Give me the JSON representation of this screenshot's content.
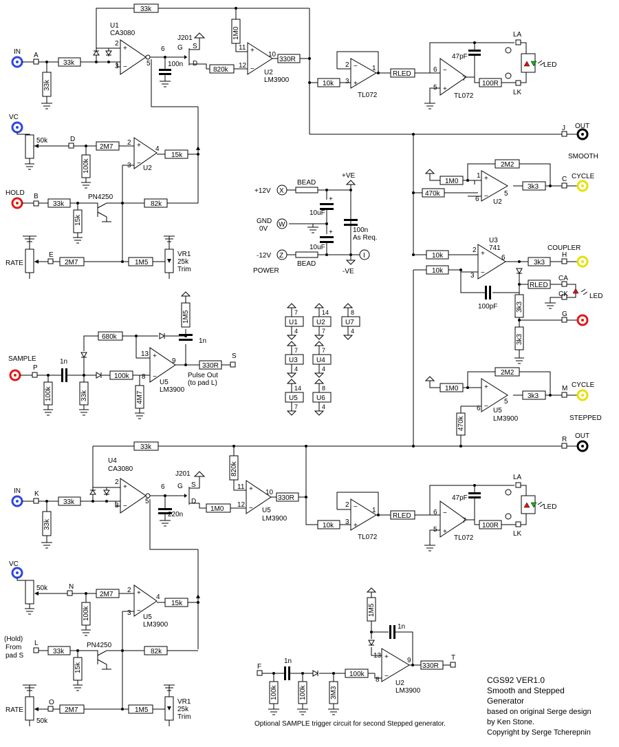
{
  "top": {
    "chips": {
      "u1": "U1",
      "u1_type": "CA3080",
      "u2": "U2",
      "u2_type": "LM3900",
      "jfet": "J201",
      "tl1": "TL072",
      "tl2": "TL072"
    },
    "resistors": {
      "r33k_fb": "33k",
      "r1m0": "1M0",
      "r33k_in": "33k",
      "r33k_gnd": "33k",
      "r820k": "820k",
      "r330r": "330R",
      "r10k": "10k",
      "rled": "RLED",
      "r100r": "100R",
      "r2m7": "2M7",
      "r100k": "100k",
      "r15k": "15k",
      "r50k": "50k",
      "r33k_hold": "33k",
      "r15k_b": "15k",
      "r82k": "82k",
      "r2m7_rate": "2M7",
      "r1m5": "1M5"
    },
    "caps": {
      "c100n": "100n",
      "c47p": "47pF"
    },
    "pins": {
      "u1_p2": "2",
      "u1_p3": "3",
      "u1_p5": "5",
      "u1_p6": "6",
      "u2_p11": "11",
      "u2_p12": "12",
      "u2_p10": "10",
      "tl_p2": "2",
      "tl_p3": "3",
      "tl_p1": "1",
      "tl_p6": "6",
      "tl_p5": "5",
      "tl_p7": "7",
      "vc_p2": "2",
      "vc_p3": "3",
      "vc_p4": "4",
      "g": "G",
      "s": "S",
      "d": "D"
    },
    "nodes": {
      "a": "A",
      "d": "D",
      "b": "B",
      "e": "E",
      "j": "J"
    },
    "jacks": {
      "in": "IN",
      "vc": "VC",
      "hold": "HOLD",
      "rate": "RATE",
      "out": "OUT"
    },
    "misc": {
      "smooth": "SMOOTH",
      "la": "LA",
      "lk": "LK",
      "led": "LED",
      "pn4250": "PN4250",
      "vr1": "VR1",
      "vr1_val": "25k",
      "vr1_trim": "Trim",
      "u2b": "U2"
    }
  },
  "power": {
    "plus12": "+12V",
    "x": "X",
    "bead": "BEAD",
    "plus_ve": "+VE",
    "c10uf": "10uF",
    "gnd": "GND",
    "zero_v": "0V",
    "w": "W",
    "c100n": "100n",
    "as_req": "As Req.",
    "c10uf_b": "10uF",
    "minus12": "-12V",
    "z": "Z",
    "bead_b": "BEAD",
    "i": "I",
    "minus_ve": "-VE",
    "power": "POWER"
  },
  "ic_table": [
    {
      "name": "U1",
      "top": "7",
      "bottom": "4"
    },
    {
      "name": "U2",
      "top": "14",
      "bottom": "7"
    },
    {
      "name": "U7",
      "top": "8",
      "bottom": "4"
    },
    {
      "name": "U3",
      "top": "7",
      "bottom": "4"
    },
    {
      "name": "U4",
      "top": "7",
      "bottom": "4"
    },
    {
      "name": "U5",
      "top": "14",
      "bottom": "7"
    },
    {
      "name": "U6",
      "top": "8",
      "bottom": "4"
    }
  ],
  "sample": {
    "label": "SAMPLE",
    "p": "P",
    "c1n": "1n",
    "r100k": "100k",
    "r33k": "33k",
    "r680k": "680k",
    "r100k_b": "100k",
    "r4m7": "4M7",
    "r1m5": "1M5",
    "c1n_b": "1n",
    "pin13": "13",
    "pin9": "9",
    "pin8": "8",
    "u5": "U5",
    "lm3900": "LM3900",
    "r330r": "330R",
    "s": "S",
    "pulse_out": "Pulse Out",
    "to_pad": "(to pad L)"
  },
  "right": {
    "r1m0": "1M0",
    "r2m2": "2M2",
    "r470k": "470k",
    "r3k3": "3k3",
    "c": "C",
    "cycle": "CYCLE",
    "pin1": "1",
    "pin6": "6",
    "pin5": "5",
    "u2": "U2",
    "u3": "U3",
    "u3_type": "741",
    "r10k_a": "10k",
    "r10k_b": "10k",
    "pin2": "2",
    "pin3": "3",
    "pin6b": "6",
    "c100p": "100pF",
    "r3k3_b": "3k3",
    "h": "H",
    "coupler": "COUPLER",
    "rled": "RLED",
    "ca": "CA",
    "ck": "CK",
    "led": "LED",
    "r3k3_c": "3k3",
    "r3k3_d": "3k3",
    "g": "G",
    "r1m0_b": "1M0",
    "r2m2_b": "2M2",
    "r470k_b": "470k",
    "r3k3_e": "3k3",
    "m": "M",
    "cycle_b": "CYCLE",
    "stepped": "STEPPED",
    "pin6c": "6",
    "pin5b": "5",
    "u5": "U5",
    "lm3900": "LM3900",
    "r": "R",
    "out": "OUT"
  },
  "bottom": {
    "chips": {
      "u4": "U4",
      "u4_type": "CA3080",
      "jfet": "J201",
      "u5": "U5",
      "lm3900": "LM3900",
      "tl1": "TL072",
      "tl2": "TL072",
      "u5b": "U5",
      "lm3900b": "LM3900"
    },
    "resistors": {
      "r33k_fb": "33k",
      "r820k": "820k",
      "r33k_in": "33k",
      "r33k_gnd": "33k",
      "r1m0": "1M0",
      "r330r": "330R",
      "r10k": "10k",
      "rled": "RLED",
      "r100r": "100R",
      "r2m7": "2M7",
      "r100k": "100k",
      "r15k": "15k",
      "r50k": "50k",
      "r33k_hold": "33k",
      "r15k_b": "15k",
      "r82k": "82k",
      "r2m7_rate": "2M7",
      "r1m5": "1M5",
      "r50k_rate": "50k"
    },
    "caps": {
      "c220n": "220n",
      "c47p": "47pF"
    },
    "pins": {
      "p2": "2",
      "p3": "3",
      "p5": "5",
      "p6": "6",
      "p11": "11",
      "p12": "12",
      "p10": "10",
      "t2": "2",
      "t3": "3",
      "t1": "1",
      "t6": "6",
      "t5": "5",
      "t7": "7",
      "v2": "2",
      "v3": "3",
      "v4": "4",
      "g": "G",
      "s": "S",
      "d": "D"
    },
    "nodes": {
      "k": "K",
      "n": "N",
      "l": "L",
      "o": "O"
    },
    "jacks": {
      "in": "IN",
      "vc": "VC",
      "rate": "RATE"
    },
    "misc": {
      "hold1": "(Hold)",
      "hold2": "From",
      "hold3": "pad S",
      "la": "LA",
      "lk": "LK",
      "led": "LED",
      "pn4250": "PN4250",
      "vr1": "VR1",
      "vr1_val": "25k",
      "vr1_trim": "Trim"
    }
  },
  "trigger": {
    "f": "F",
    "c1n": "1n",
    "r100k_a": "100k",
    "r100k_b": "100k",
    "r3m3": "3M3",
    "r100k_c": "100k",
    "r1m5": "1M5",
    "c1n_b": "1n",
    "pin13": "13",
    "pin9": "9",
    "pin8": "8",
    "u2": "U2",
    "lm3900": "LM3900",
    "r330r": "330R",
    "t": "T",
    "caption": "Optional SAMPLE trigger circuit for second Stepped generator."
  },
  "credits": {
    "line1": "CGS92 VER1.0",
    "line2": "Smooth and Stepped",
    "line3": "Generator",
    "line4": "based on  original Serge design",
    "line5": "by Ken Stone.",
    "line6": "Copyright by Serge Tcherepnin"
  },
  "colors": {
    "blue_jack": "#2d46e0",
    "red_jack": "#e01818",
    "yellow_jack": "#e8e000",
    "black_jack": "#000000",
    "led_red": "#e01010",
    "led_green": "#18b018"
  }
}
